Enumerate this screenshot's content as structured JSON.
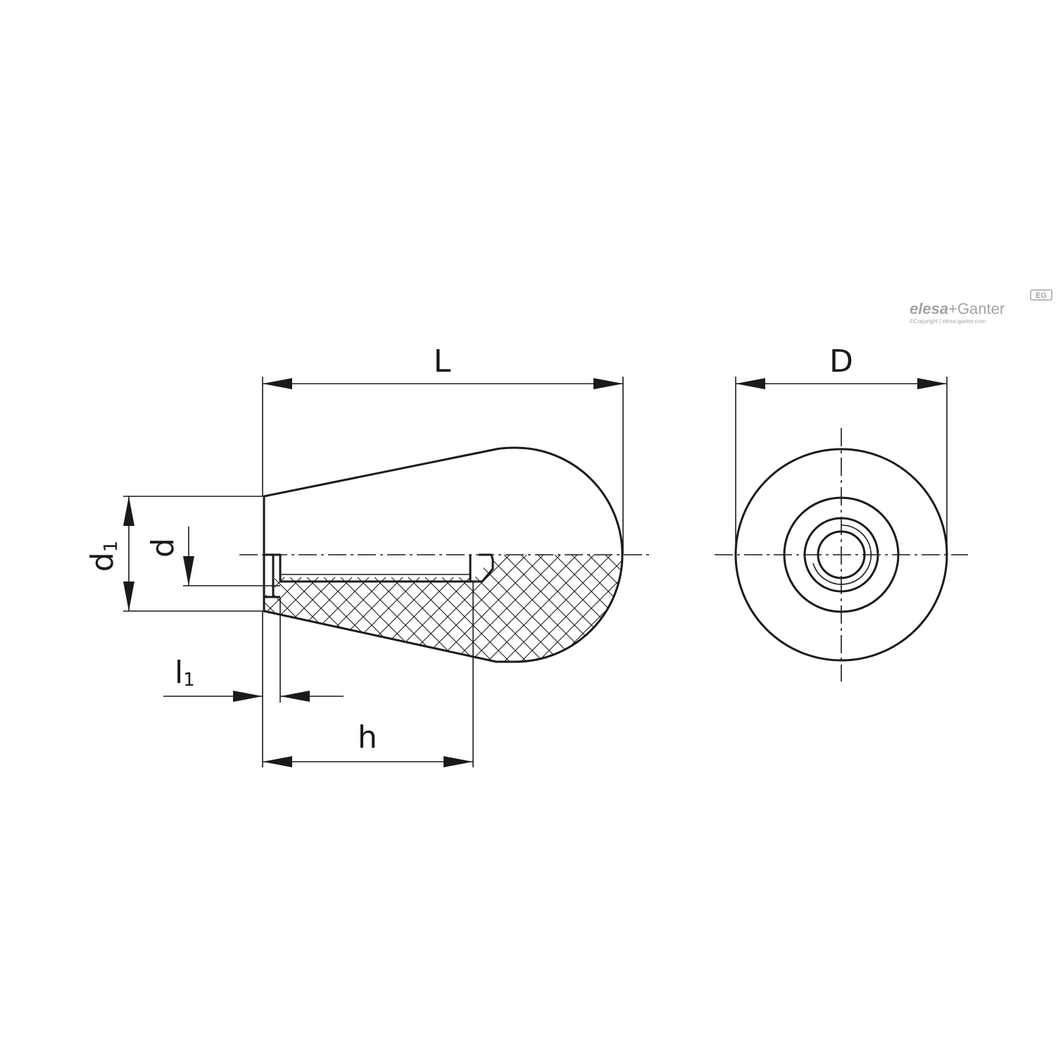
{
  "dimensions": {
    "L": "L",
    "D": "D",
    "d": "d",
    "d1_main": "d",
    "d1_sub": "1",
    "l1_main": "l",
    "l1_sub": "1",
    "h": "h"
  },
  "brand": {
    "name_bold": "elesa",
    "name_rest": "+Ganter",
    "badge": "EG",
    "copyright": "©Copyright | elesa-ganter.com"
  },
  "colors": {
    "line": "#1a1a1a",
    "background": "#ffffff",
    "logo": "#a0a4a8"
  }
}
